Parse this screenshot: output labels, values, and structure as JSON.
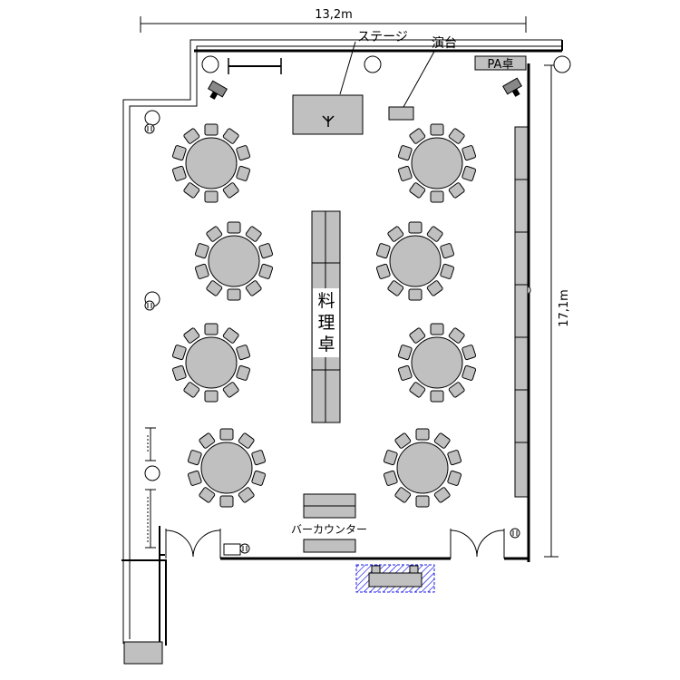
{
  "dimensions": {
    "width_label": "13,2m",
    "height_label": "17,1m"
  },
  "labels": {
    "stage": "ステージ",
    "podium": "演台",
    "pa_desk": "PA卓",
    "food_table": [
      "料",
      "理",
      "卓"
    ],
    "bar_counter": "バーカウンター"
  },
  "tables": {
    "count": 8,
    "chairs_per_table": 10
  },
  "colors": {
    "furniture_fill": "#c0c0c0",
    "wall": "#000000",
    "hatch": "#1a1ae6"
  }
}
